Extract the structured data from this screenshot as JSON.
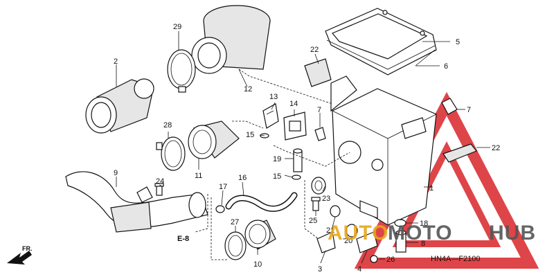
{
  "diagram": {
    "part_labels": [
      {
        "id": "1",
        "text": "1"
      },
      {
        "id": "2",
        "text": "2"
      },
      {
        "id": "3",
        "text": "3"
      },
      {
        "id": "4",
        "text": "4"
      },
      {
        "id": "5",
        "text": "5"
      },
      {
        "id": "6",
        "text": "6"
      },
      {
        "id": "7a",
        "text": "7"
      },
      {
        "id": "7b",
        "text": "7"
      },
      {
        "id": "8",
        "text": "8"
      },
      {
        "id": "9",
        "text": "9"
      },
      {
        "id": "10",
        "text": "10"
      },
      {
        "id": "11",
        "text": "11"
      },
      {
        "id": "12",
        "text": "12"
      },
      {
        "id": "13",
        "text": "13"
      },
      {
        "id": "14",
        "text": "14"
      },
      {
        "id": "15a",
        "text": "15"
      },
      {
        "id": "15b",
        "text": "15"
      },
      {
        "id": "16",
        "text": "16"
      },
      {
        "id": "17",
        "text": "17"
      },
      {
        "id": "18",
        "text": "18"
      },
      {
        "id": "19",
        "text": "19"
      },
      {
        "id": "20",
        "text": "20"
      },
      {
        "id": "21",
        "text": "21"
      },
      {
        "id": "22a",
        "text": "22"
      },
      {
        "id": "22b",
        "text": "22"
      },
      {
        "id": "23",
        "text": "23"
      },
      {
        "id": "24",
        "text": "24"
      },
      {
        "id": "25",
        "text": "25"
      },
      {
        "id": "26",
        "text": "26"
      },
      {
        "id": "27",
        "text": "27"
      },
      {
        "id": "28",
        "text": "28"
      },
      {
        "id": "29",
        "text": "29"
      }
    ],
    "reference_code": "E-8",
    "direction_label": "FR.",
    "figure_code": "HN4A—F2100"
  },
  "watermark": {
    "text_auto": "AUTO",
    "text_moto": "MOTO",
    "text_hub": "HUB",
    "color_accent": "#e8a71b",
    "color_triangle": "#d9252a",
    "color_dark": "#555555"
  }
}
